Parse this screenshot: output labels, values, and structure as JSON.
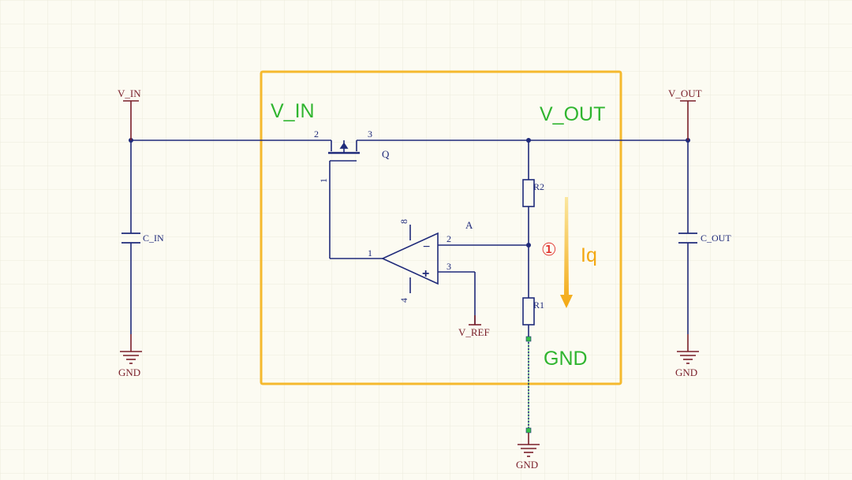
{
  "ports": {
    "vin_label": "V_IN",
    "vout_label": "V_OUT",
    "vref_label": "V_REF",
    "gnd_left": "GND",
    "gnd_right": "GND",
    "gnd_bottom": "GND"
  },
  "components": {
    "c_in": "C_IN",
    "c_out": "C_OUT",
    "r1": "R1",
    "r2": "R2",
    "transistor": "Q",
    "opamp": "A"
  },
  "pins": {
    "q_pin2": "2",
    "q_pin3": "3",
    "q_pin1": "1",
    "opamp_out": "1",
    "opamp_inv": "2",
    "opamp_noninv": "3",
    "opamp_vplus": "8",
    "opamp_vminus": "4",
    "opamp_minus_sign": "−",
    "opamp_plus_sign": "+"
  },
  "box": {
    "vin": "V_IN",
    "vout": "V_OUT",
    "gnd": "GND"
  },
  "annotation": {
    "node_marker": "①",
    "current_label": "Iq"
  },
  "colors": {
    "background": "#fcfbf2",
    "grid": "#ecebdc",
    "wire": "#1f2a7a",
    "component": "#7a1f2a",
    "box": "#f5b92e",
    "green_label": "#2fb52f",
    "marker_red": "#e0302a",
    "arrow": "#f3a812",
    "net_green": "#38c24a"
  }
}
